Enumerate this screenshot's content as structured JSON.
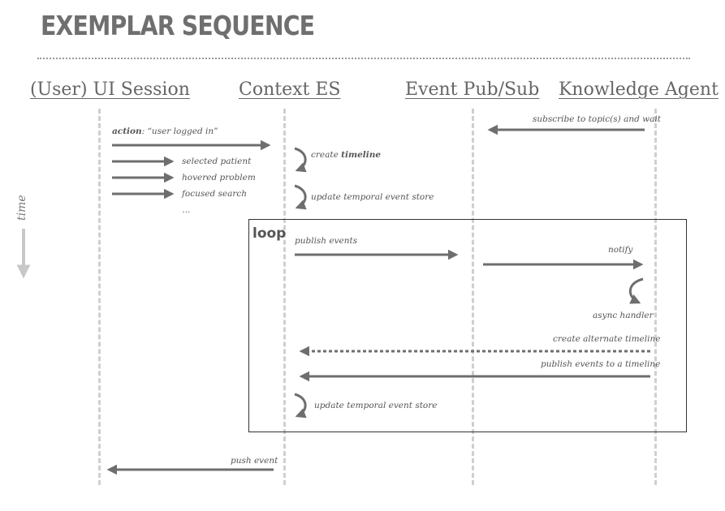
{
  "title": "EXEMPLAR SEQUENCE",
  "lanes": [
    {
      "name": "(User) UI Session"
    },
    {
      "name": "Context ES"
    },
    {
      "name": "Event Pub/Sub"
    },
    {
      "name": "Knowledge Agent"
    }
  ],
  "time_label": "time",
  "loop_label": "loop",
  "messages": {
    "action_prefix": "action",
    "action_text": ": “user logged in”",
    "selected_patient": "selected patient",
    "hovered_problem": "hovered problem",
    "focused_search": "focused search",
    "ellipsis": "…",
    "create_prefix": "create ",
    "create_timeline": "timeline",
    "update_store_1": "update temporal event store",
    "subscribe": "subscribe to topic(s) and wait",
    "publish_events": "publish events",
    "notify": "notify",
    "async_handler": "async handler",
    "create_alternate": "create alternate timeline",
    "publish_to_timeline": "publish events to a timeline",
    "update_store_2": "update temporal event store",
    "push_event": "push event"
  },
  "colors": {
    "arrow": "#6e6e6e",
    "lifeline": "#cfcfcf",
    "time_arrow": "#c8c8c8"
  }
}
